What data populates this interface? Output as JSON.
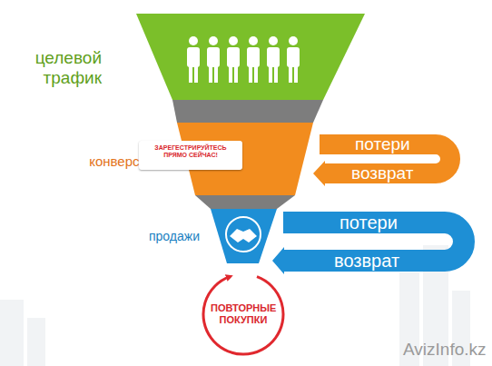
{
  "diagram": {
    "nodes": [
      {
        "text": [
          "целевой трафик"
        ]
      },
      {
        "text": [
          "конверсия"
        ]
      },
      {
        "text": [
          "ЗАРЕГЕСТРИРУЙТЕСЬ ПРЯМО СЕЙЧАС!"
        ],
        "in": 1
      },
      {
        "text": [
          "продажи"
        ]
      },
      {
        "text": [
          "потери"
        ]
      },
      {
        "text": [
          "возврат"
        ]
      },
      {
        "text": [
          "потери"
        ]
      },
      {
        "text": [
          "возврат"
        ]
      },
      {
        "text": [
          "ПОВТОРНЫЕ ПОКУПКИ"
        ]
      }
    ],
    "edges": [
      {
        "from": 0,
        "to": 1,
        "arrow": "none"
      },
      {
        "from": 1,
        "to": 3,
        "arrow": "none"
      },
      {
        "from": 4,
        "to": 5,
        "arrow": "none"
      },
      {
        "from": 6,
        "to": 7,
        "arrow": "none"
      }
    ],
    "labels": [
      "AvizInfo.kz"
    ]
  }
}
